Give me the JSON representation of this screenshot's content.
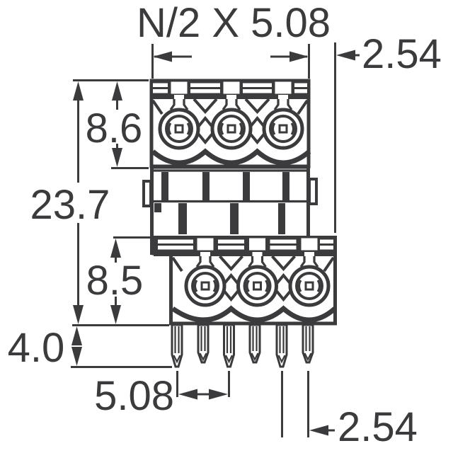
{
  "meta": {
    "background_color": "#ffffff",
    "ink_color": "#3b3b3d",
    "figure_kind": "terminal-block-dimension-drawing"
  },
  "drawing": {
    "title_dimension": "N/2 X 5.08",
    "dimensions": {
      "row_offset_top": "2.54",
      "upper_body_height": "8.6",
      "overall_height": "23.7",
      "lower_body_height": "8.5",
      "pin_length": "4.0",
      "pin_pitch": "5.08",
      "pin_row_offset_bottom": "2.54"
    },
    "features": {
      "rows": 2,
      "screw_terminals_per_row": 3,
      "pin_count": 6
    }
  }
}
